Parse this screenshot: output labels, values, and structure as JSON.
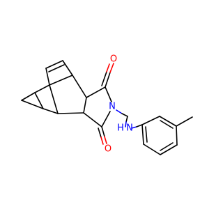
{
  "colors": {
    "bond": "#000000",
    "oxygen": "#ff0000",
    "nitrogen": "#0000ff"
  },
  "atoms": {
    "o_top": "O",
    "o_bottom": "O",
    "n_imide": "N",
    "n_amine": "N",
    "h_amine": "H"
  }
}
